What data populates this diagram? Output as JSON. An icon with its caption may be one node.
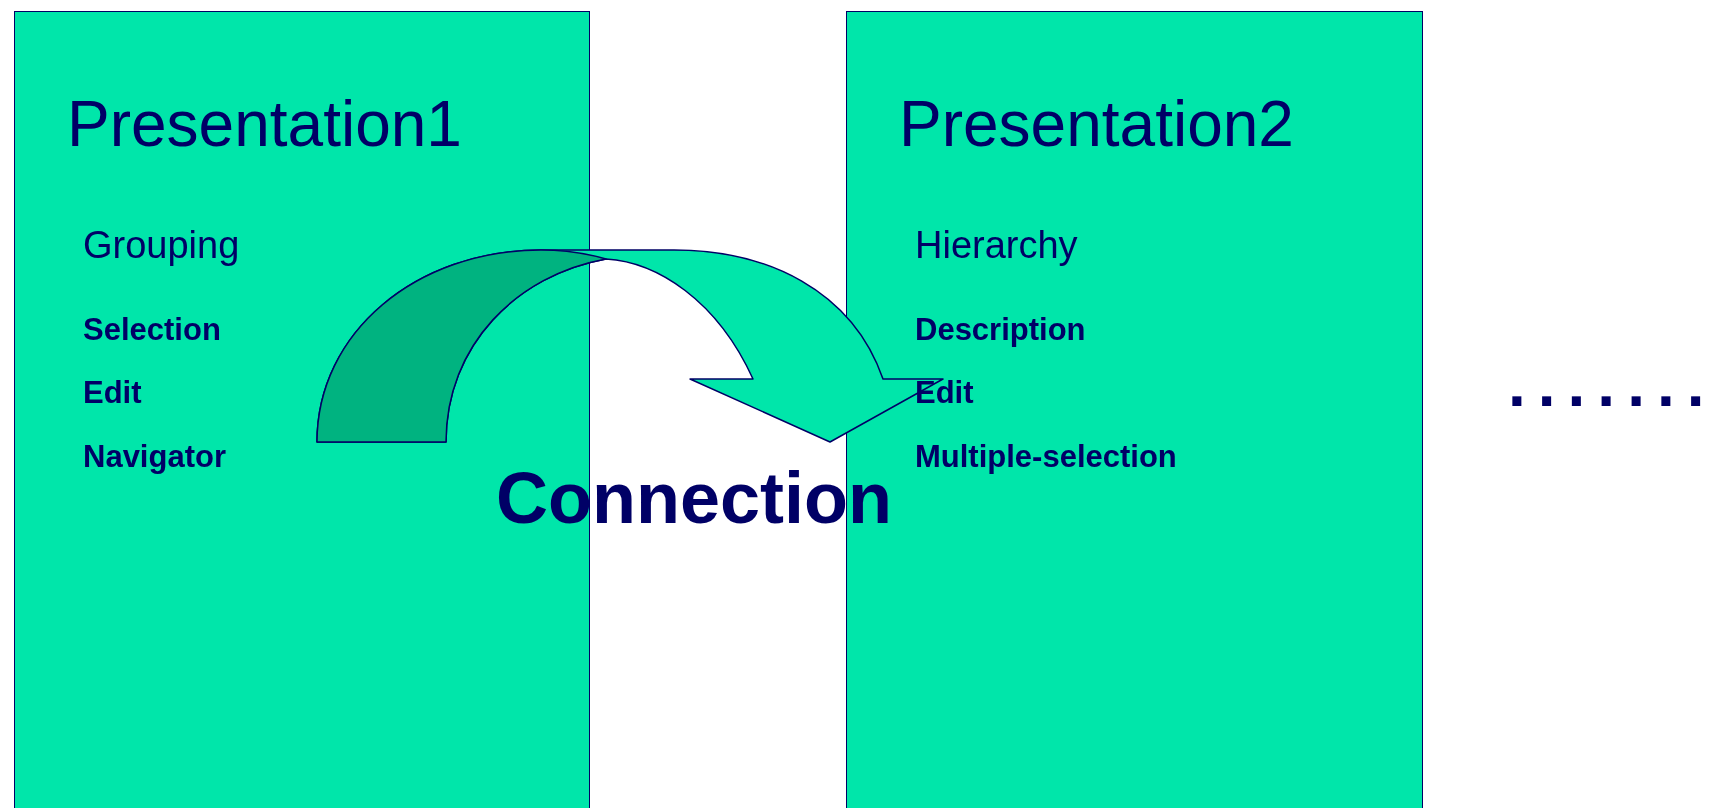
{
  "diagram": {
    "nodes": [
      {
        "text": [
          "Presentation1",
          "Grouping",
          "Selection",
          "Edit",
          "Navigator"
        ]
      },
      {
        "text": [
          "Presentation2",
          "Hierarchy",
          "Description",
          "Edit",
          "Multiple-selection"
        ]
      }
    ],
    "edges": [
      {
        "from": 0,
        "to": 1,
        "arrow": "to",
        "label": "Connection"
      }
    ],
    "labels": [
      "......."
    ]
  }
}
